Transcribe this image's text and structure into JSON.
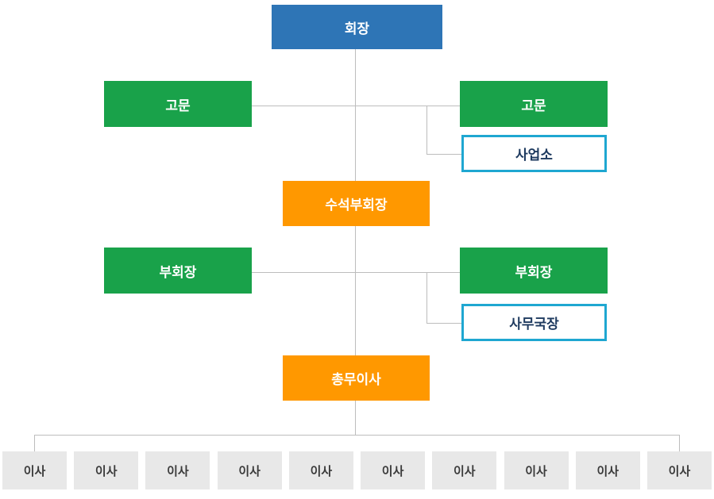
{
  "diagram": {
    "type": "organization-chart",
    "nodes": {
      "chairman": "회장",
      "advisor_left": "고문",
      "advisor_right": "고문",
      "business_office": "사업소",
      "senior_vice_chairman": "수석부회장",
      "vice_chairman_left": "부회장",
      "vice_chairman_right": "부회장",
      "secretary_general": "사무국장",
      "general_affairs_director": "총무이사",
      "directors": [
        "이사",
        "이사",
        "이사",
        "이사",
        "이사",
        "이사",
        "이사",
        "이사",
        "이사",
        "이사"
      ]
    },
    "colors": {
      "chairman_bg": "#2E75B6",
      "advisor_bg": "#19A24A",
      "vice_chairman_bg": "#19A24A",
      "senior_vice_chairman_bg": "#FF9800",
      "general_affairs_director_bg": "#FF9800",
      "sub_box_border": "#1FA7D1",
      "sub_box_text": "#1E3A5F",
      "director_bg": "#E8E8E8",
      "director_text": "#3A3A3A",
      "connector": "#BDBDBD",
      "node_text": "#FFFFFF"
    }
  }
}
